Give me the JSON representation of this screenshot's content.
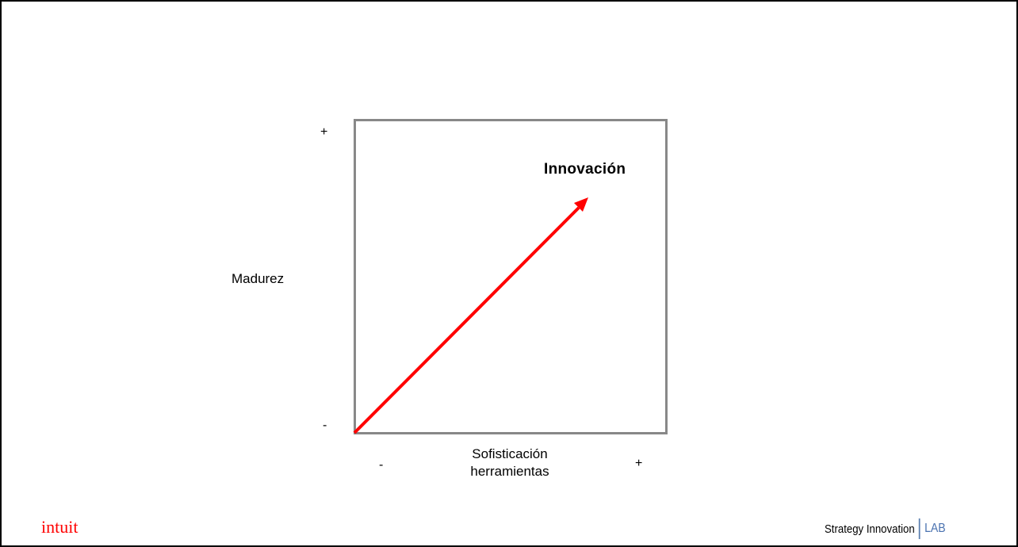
{
  "diagram": {
    "y_axis": {
      "label": "Madurez",
      "high_marker": "+",
      "low_marker": "-"
    },
    "x_axis": {
      "label": "Sofisticación herramientas",
      "low_marker": "-",
      "high_marker": "+"
    },
    "arrow_label": "Innovación",
    "colors": {
      "arrow": "#ff0000",
      "frame": "#888888",
      "logo": "#ff0000",
      "lab": "#4a72b0"
    }
  },
  "footer": {
    "logo": "intuit",
    "strategy_text": "Strategy Innovation",
    "lab_text": "LAB"
  }
}
